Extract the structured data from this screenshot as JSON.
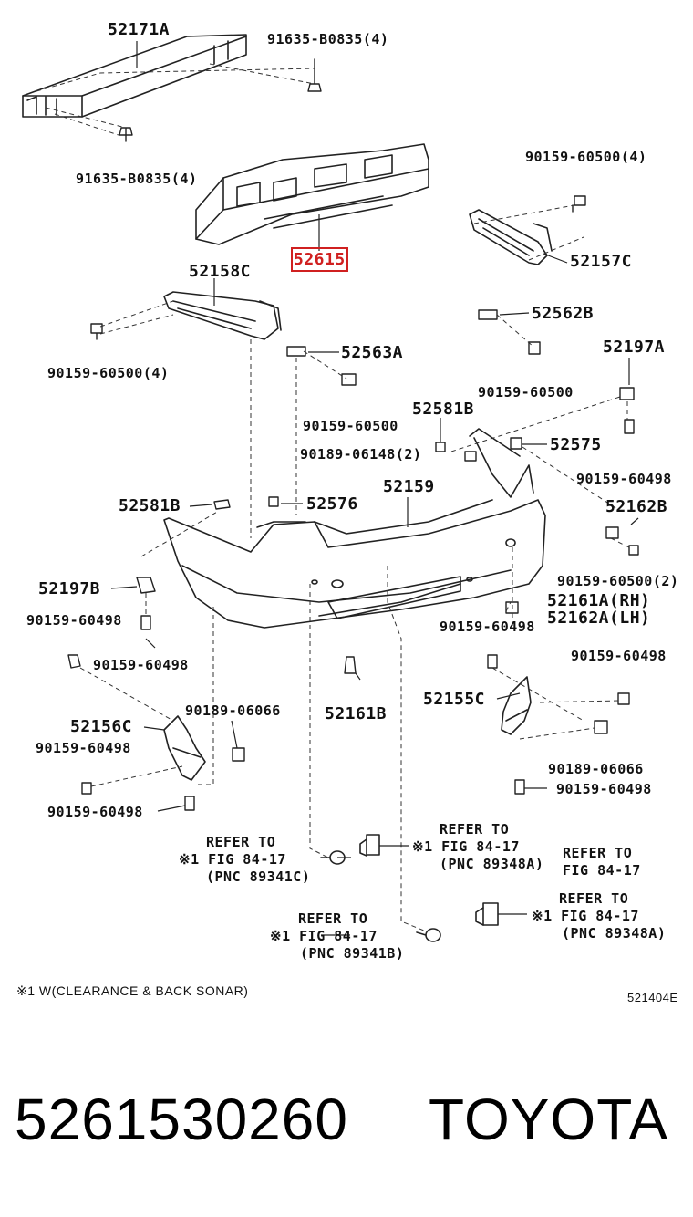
{
  "diagram_code": "521404E",
  "footnote": "※1 W(CLEARANCE & BACK SONAR)",
  "part_number": "5261530260",
  "brand": "TOYOTA",
  "highlight_color": "#d02020",
  "labels": {
    "p52171A": "52171A",
    "p91635_top": "91635-B0835(4)",
    "p91635_left": "91635-B0835(4)",
    "p90159_4_top": "90159-60500(4)",
    "p52615": "52615",
    "p52157C": "52157C",
    "p52158C": "52158C",
    "p52562B": "52562B",
    "p90159_4_left": "90159-60500(4)",
    "p52563A": "52563A",
    "p52197A": "52197A",
    "p90159_60500_mid": "90159-60500",
    "p90159_60500_r": "90159-60500",
    "p52581B_top": "52581B",
    "p90189_2": "90189-06148(2)",
    "p52575": "52575",
    "p90159_60498_r1": "90159-60498",
    "p52159": "52159",
    "p52581B_left": "52581B",
    "p52576": "52576",
    "p52162B": "52162B",
    "p52197B": "52197B",
    "p90159_2": "90159-60500(2)",
    "p52161A": "52161A(RH)",
    "p52162A": "52162A(LH)",
    "p90159_60498_l1": "90159-60498",
    "p90159_60498_mid": "90159-60498",
    "p90159_60498_l2": "90159-60498",
    "p90159_60498_r2": "90159-60498",
    "p52161B": "52161B",
    "p52155C": "52155C",
    "p90189_06066_l": "90189-06066",
    "p52156C": "52156C",
    "p90159_60498_l3": "90159-60498",
    "p90189_06066_r": "90189-06066",
    "p90159_60498_r3": "90159-60498",
    "p90159_60498_l4": "90159-60498"
  },
  "refs": [
    {
      "l1": "REFER TO",
      "l2": "※1 FIG 84-17",
      "l3": "(PNC 89341C)"
    },
    {
      "l1": "REFER TO",
      "l2": "※1 FIG 84-17",
      "l3": "(PNC 89348A)"
    },
    {
      "l1": "REFER TO",
      "l2": "FIG 84-17",
      "l3": ""
    },
    {
      "l1": "REFER TO",
      "l2": "※1 FIG 84-17",
      "l3": "(PNC 89348A)"
    },
    {
      "l1": "REFER TO",
      "l2": "※1 FIG 84-17",
      "l3": "(PNC 89341B)"
    }
  ]
}
